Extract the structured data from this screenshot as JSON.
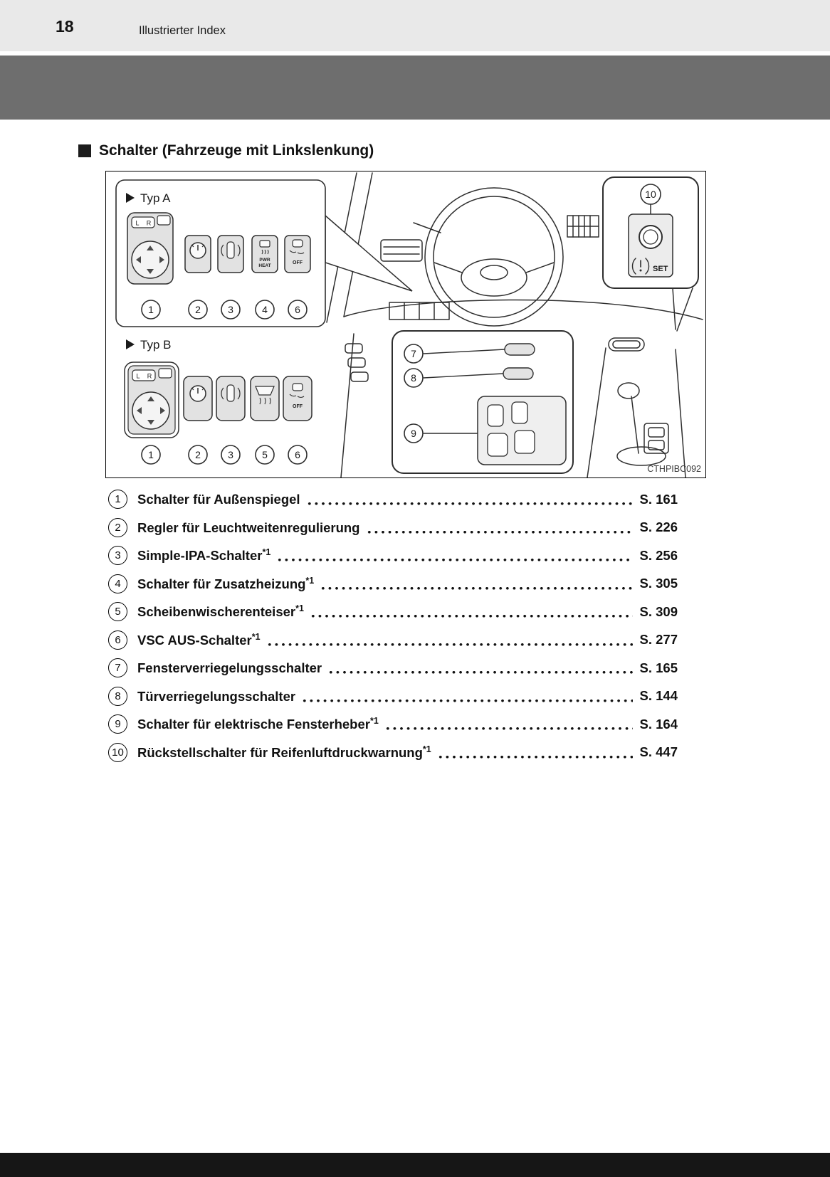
{
  "page": {
    "number": "18",
    "header_title": "Illustrierter Index"
  },
  "section_title": "Schalter (Fahrzeuge mit Linkslenkung)",
  "figure": {
    "code": "CTHPIBC092",
    "typ_a": {
      "label": "Typ A",
      "callouts": [
        "1",
        "2",
        "3",
        "4",
        "6"
      ]
    },
    "typ_b": {
      "label": "Typ B",
      "callouts": [
        "1",
        "2",
        "3",
        "5",
        "6"
      ]
    },
    "mirror": {
      "left": "L",
      "right": "R"
    },
    "pwr": "PWR",
    "heat": "HEAT",
    "off": "OFF",
    "set": "SET",
    "callout_7": "7",
    "callout_8": "8",
    "callout_9": "9",
    "callout_10": "10"
  },
  "index_list": [
    {
      "num": "1",
      "label": "Schalter für Außenspiegel",
      "suffix": "",
      "page": "S. 161"
    },
    {
      "num": "2",
      "label": "Regler für Leuchtweitenregulierung",
      "suffix": "",
      "page": "S. 226"
    },
    {
      "num": "3",
      "label": "Simple-IPA-Schalter",
      "suffix": "*1",
      "page": "S. 256"
    },
    {
      "num": "4",
      "label": "Schalter für Zusatzheizung",
      "suffix": "*1",
      "page": "S. 305"
    },
    {
      "num": "5",
      "label": "Scheibenwischerenteiser",
      "suffix": "*1",
      "page": "S. 309"
    },
    {
      "num": "6",
      "label": "VSC AUS-Schalter",
      "suffix": "*1",
      "page": "S. 277"
    },
    {
      "num": "7",
      "label": "Fensterverriegelungsschalter",
      "suffix": "",
      "page": "S. 165"
    },
    {
      "num": "8",
      "label": "Türverriegelungsschalter",
      "suffix": "",
      "page": "S. 144"
    },
    {
      "num": "9",
      "label": "Schalter für elektrische Fensterheber",
      "suffix": "*1",
      "page": "S. 164"
    },
    {
      "num": "10",
      "label": "Rückstellschalter für Reifenluftdruckwarnung",
      "suffix": "*1",
      "page": "S. 447"
    }
  ],
  "colors": {
    "banner": "#6e6e6e",
    "header_strip": "#e9e9e9",
    "footer": "#161616"
  }
}
